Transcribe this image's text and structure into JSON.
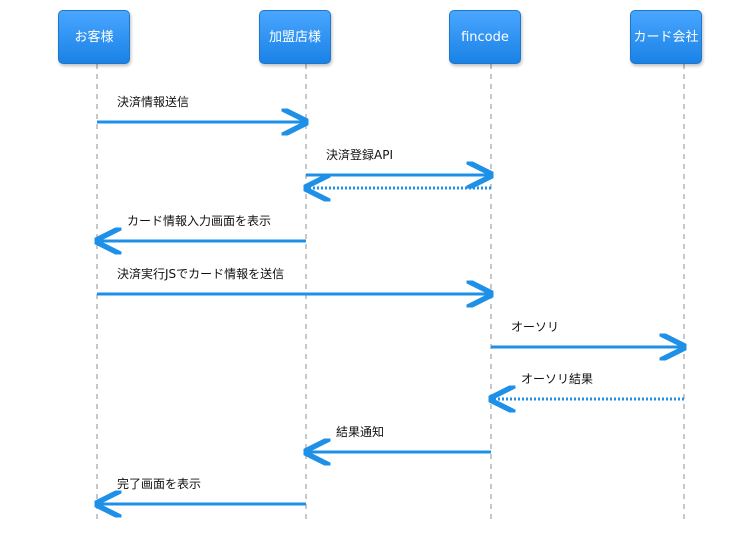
{
  "participants": [
    {
      "id": "customer",
      "label": "お客様"
    },
    {
      "id": "merchant",
      "label": "加盟店様"
    },
    {
      "id": "fincode",
      "label": "fincode"
    },
    {
      "id": "card",
      "label": "カード会社"
    }
  ],
  "messages": [
    {
      "from": "customer",
      "to": "merchant",
      "label": "決済情報送信",
      "style": "solid"
    },
    {
      "from": "merchant",
      "to": "fincode",
      "label": "決済登録API",
      "style": "solid"
    },
    {
      "from": "fincode",
      "to": "merchant",
      "label": "",
      "style": "dotted"
    },
    {
      "from": "merchant",
      "to": "customer",
      "label": "カード情報入力画面を表示",
      "style": "solid"
    },
    {
      "from": "customer",
      "to": "fincode",
      "label": "決済実行JSでカード情報を送信",
      "style": "solid"
    },
    {
      "from": "fincode",
      "to": "card",
      "label": "オーソリ",
      "style": "solid"
    },
    {
      "from": "card",
      "to": "fincode",
      "label": "オーソリ結果",
      "style": "dotted"
    },
    {
      "from": "fincode",
      "to": "merchant",
      "label": "結果通知",
      "style": "solid"
    },
    {
      "from": "merchant",
      "to": "customer",
      "label": "完了画面を表示",
      "style": "solid"
    }
  ],
  "colors": {
    "arrow": "#1e90e8",
    "lifeline": "#c8c8c8",
    "actor": "#2a8ef0"
  }
}
